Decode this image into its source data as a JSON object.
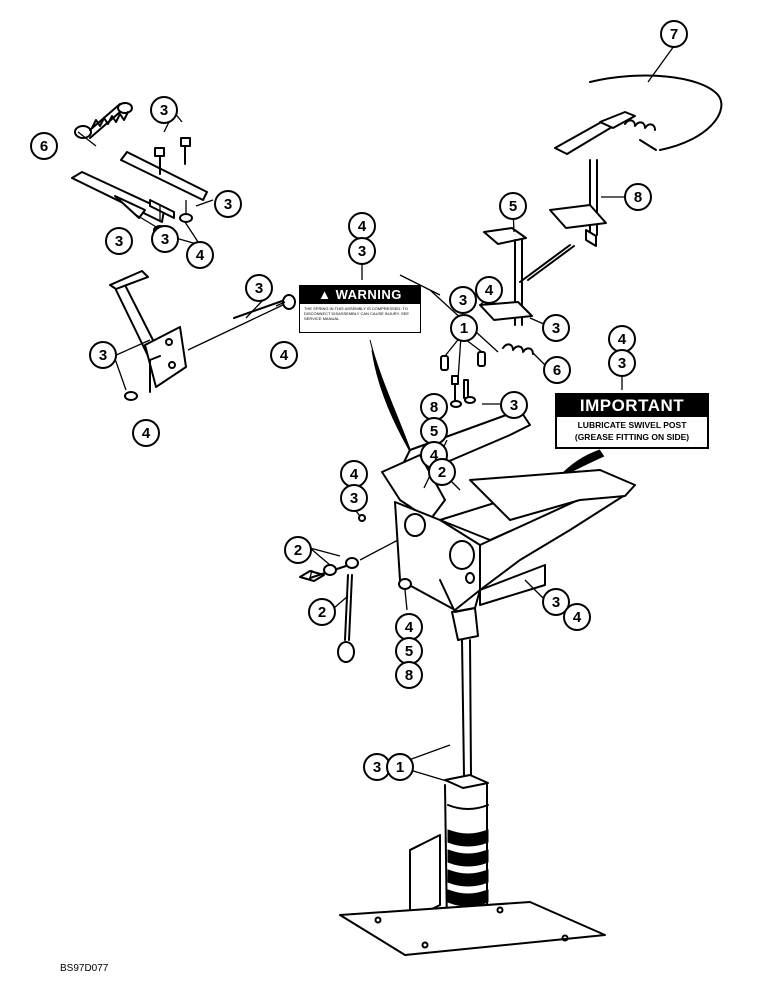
{
  "labels": {
    "warning_title": "WARNING",
    "warning_text": "THE SPRING IN THIS ASSEMBLY IS COMPRESSED. TO DISCONNECT DISASSEMBLY CAN CAUSE INJURY. SEE SERVICE MANUAL",
    "important_title": "IMPORTANT",
    "important_line1": "LUBRICATE SWIVEL POST",
    "important_line2": "(GREASE FITTING ON SIDE)",
    "ref_code": "BS97D077"
  },
  "callouts": {
    "c1": "6",
    "c2": "3",
    "c3": "3",
    "c4": "3",
    "c5": "3",
    "c6": "4",
    "c7": "3",
    "c8": "3",
    "c9": "4",
    "c10": "4",
    "c11": "4",
    "c12": "3",
    "c13": "7",
    "c14": "8",
    "c15": "5",
    "c16": "3",
    "c17": "4",
    "c18": "1",
    "c19": "3",
    "c20": "6",
    "c21": "4",
    "c22": "3",
    "c23": "8",
    "c24": "5",
    "c25": "4",
    "c26": "2",
    "c27": "3",
    "c28": "4",
    "c29": "3",
    "c30": "2",
    "c31": "2",
    "c32": "4",
    "c33": "5",
    "c34": "8",
    "c35": "3",
    "c36": "4",
    "c37": "3",
    "c38": "1"
  }
}
